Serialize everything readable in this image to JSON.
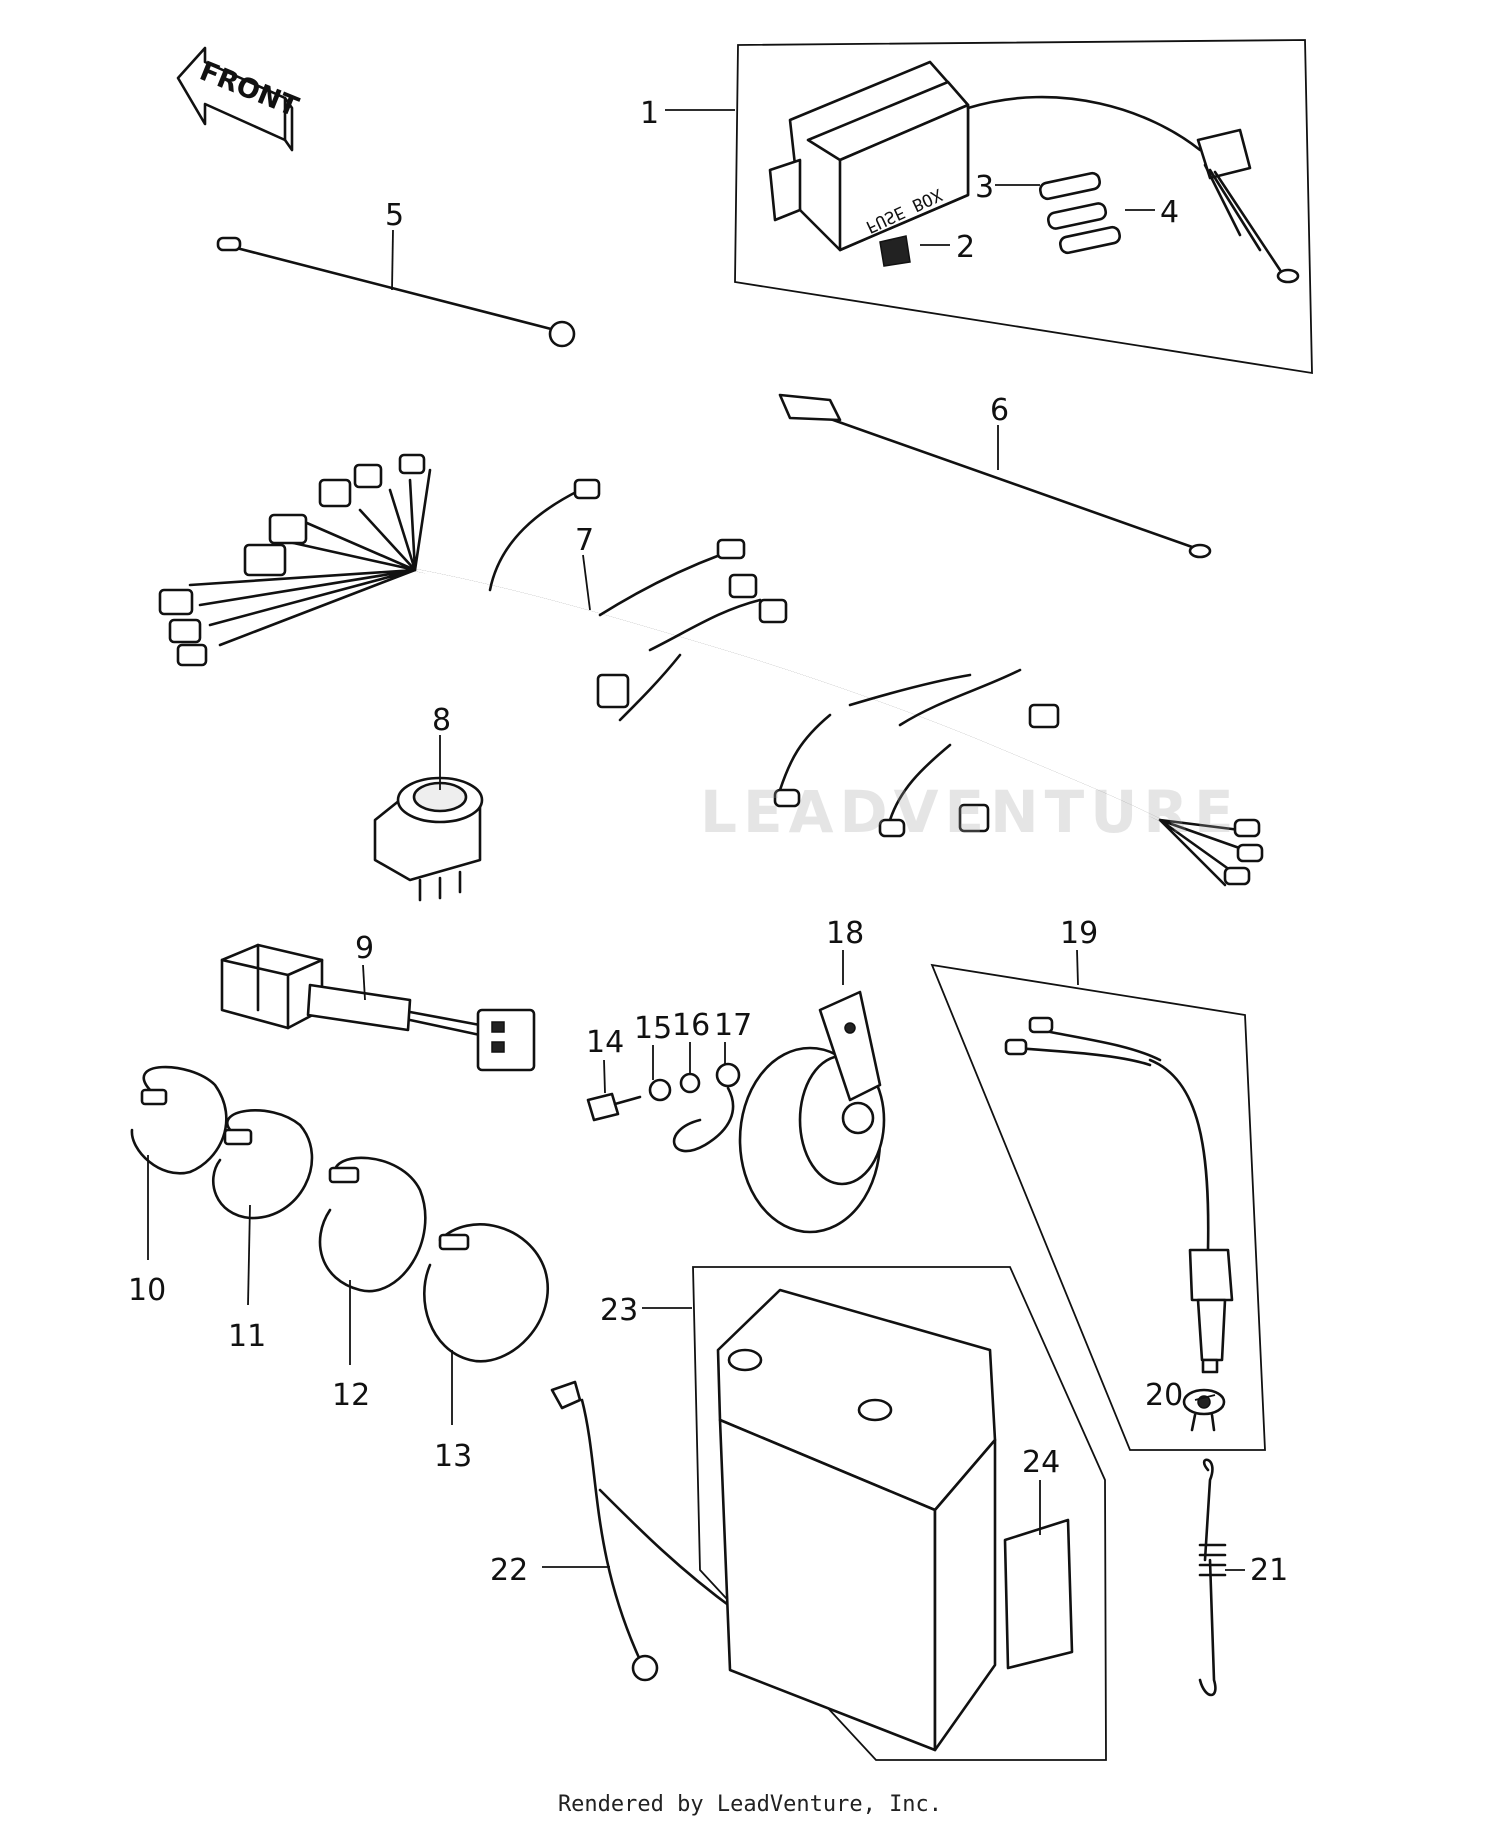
{
  "diagram": {
    "front_arrow_label": "FRONT",
    "fuse_box_label": "FUSE BOX",
    "callouts": [
      "1",
      "2",
      "3",
      "4",
      "5",
      "6",
      "7",
      "8",
      "9",
      "10",
      "11",
      "12",
      "13",
      "14",
      "15",
      "16",
      "17",
      "18",
      "19",
      "20",
      "21",
      "22",
      "23",
      "24"
    ]
  },
  "footer": {
    "credit": "Rendered by LeadVenture, Inc."
  },
  "watermark": {
    "text": "LEADVENTURE"
  }
}
